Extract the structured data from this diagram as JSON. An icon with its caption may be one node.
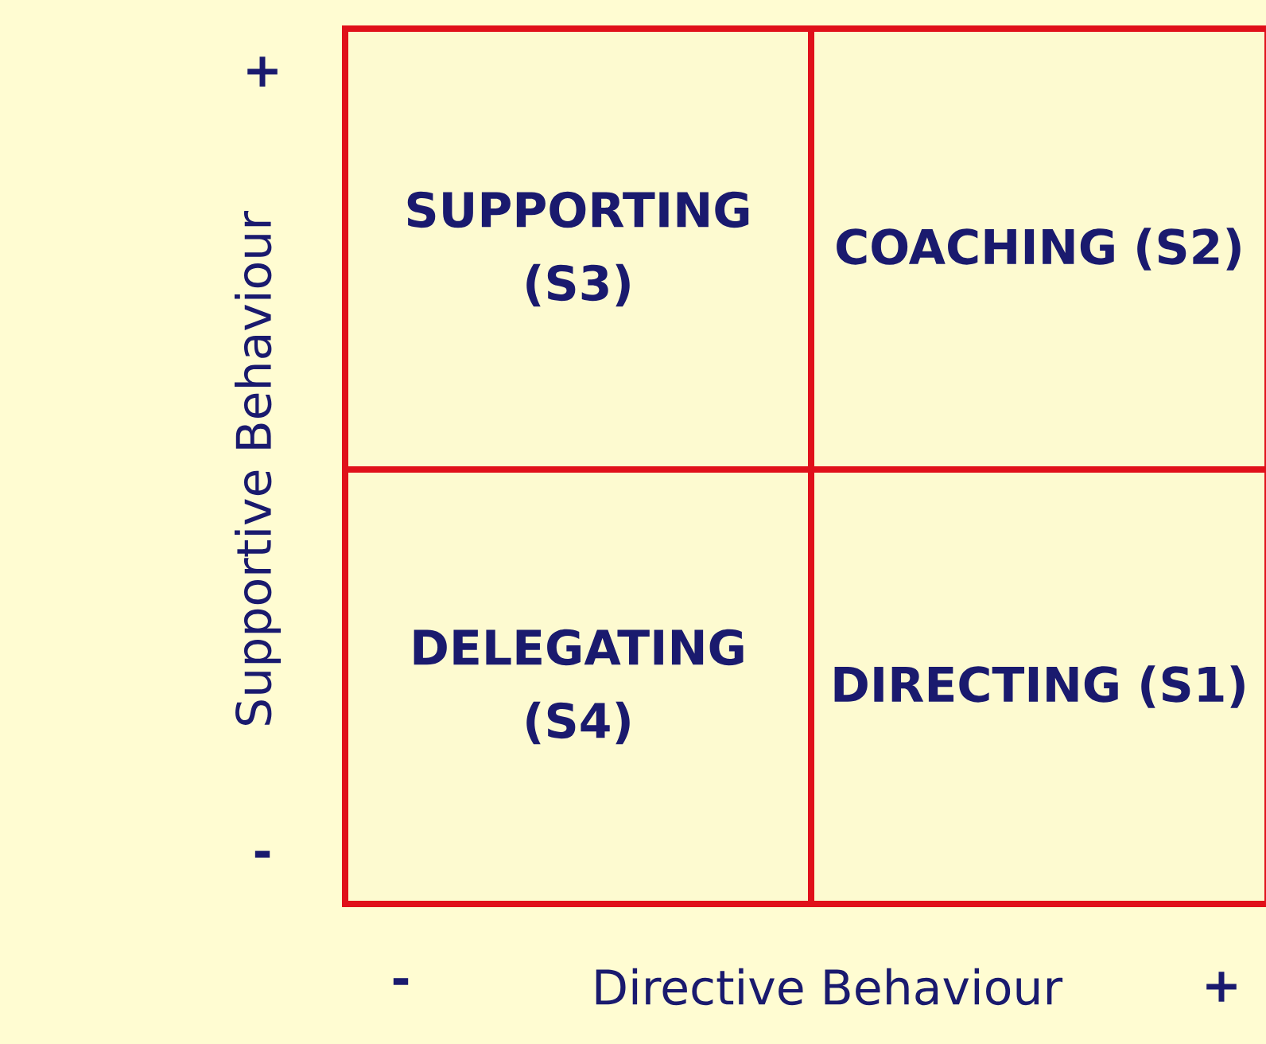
{
  "diagram": {
    "nodes": [
      {
        "text": [
          "SUPPORTING (S3)"
        ]
      },
      {
        "text": [
          "COACHING (S2)"
        ]
      },
      {
        "text": [
          "DELEGATING (S4)"
        ]
      },
      {
        "text": [
          "DIRECTING (S1)"
        ]
      }
    ],
    "edges": [],
    "labels": [
      "+",
      "Supportive Behaviour",
      "-",
      "-",
      "Directive Behaviour",
      "+"
    ]
  }
}
